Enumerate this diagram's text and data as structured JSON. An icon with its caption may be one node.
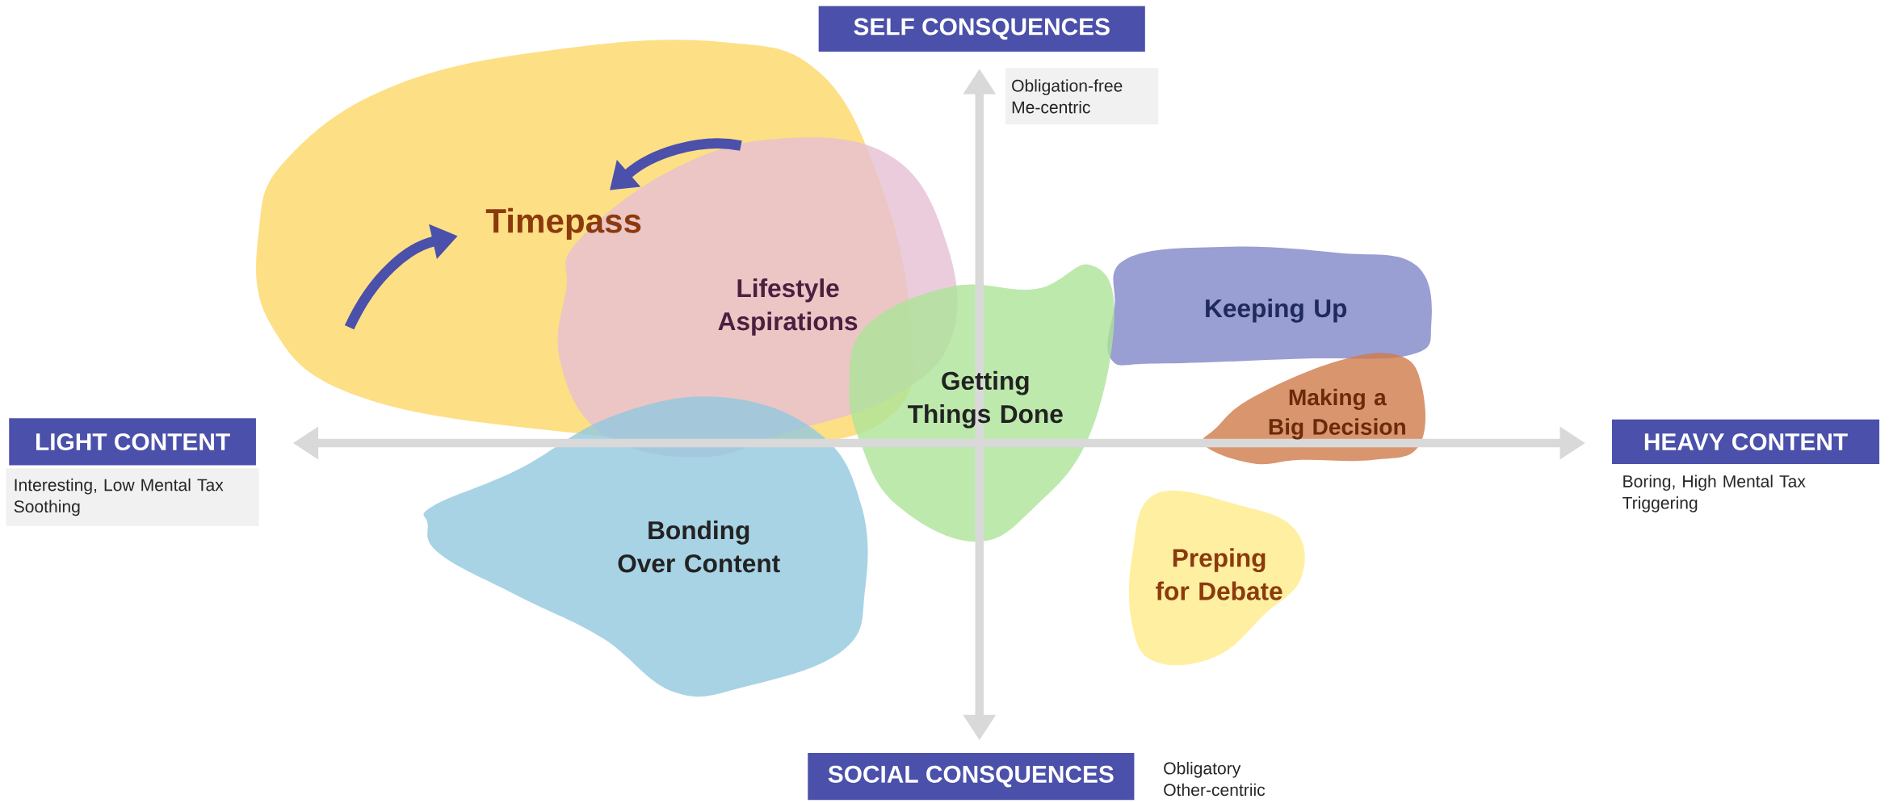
{
  "diagram": {
    "nodes": [
      {
        "text": [
          "SELF CONSQUENCES"
        ]
      },
      {
        "text": [
          "Obligation-free Me-centric"
        ]
      },
      {
        "text": [
          "Timepass"
        ]
      },
      {
        "text": [
          "Lifestyle Aspirations"
        ]
      },
      {
        "text": [
          "Keeping Up"
        ]
      },
      {
        "text": [
          "Getting Things Done"
        ]
      },
      {
        "text": [
          "Making a Big Decision"
        ]
      },
      {
        "text": [
          "LIGHT CONTENT"
        ]
      },
      {
        "text": [
          "Interesting, Low Mental Tax Soothing"
        ]
      },
      {
        "text": [
          "HEAVY CONTENT"
        ],
        "beside": [
          "Boring, High Mental Tax Triggering"
        ]
      },
      {
        "text": [
          "Bonding Over Content"
        ]
      },
      {
        "text": [
          "Preping for Debate"
        ]
      },
      {
        "text": [
          "SOCIAL CONSQUENCES"
        ],
        "beside": [
          "Obligatory Other-centriic"
        ]
      }
    ]
  }
}
